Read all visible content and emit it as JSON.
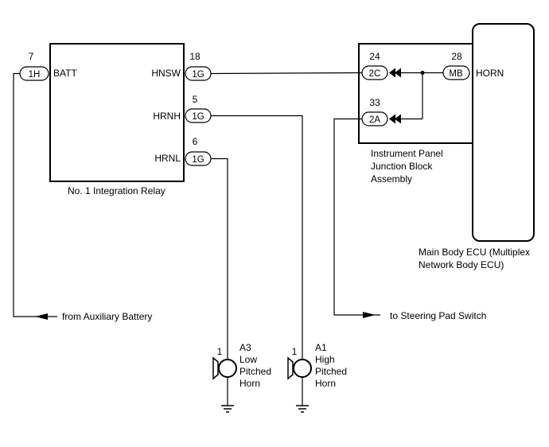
{
  "relay": {
    "name": "No. 1 Integration Relay",
    "batt_label": "BATT",
    "hnsw_label": "HNSW",
    "hrnh_label": "HRNH",
    "hrnl_label": "HRNL",
    "batt_pin": "7",
    "batt_connector": "1H",
    "hnsw_pin": "18",
    "hnsw_connector": "1G",
    "hrnh_pin": "5",
    "hrnh_connector": "1G",
    "hrnl_pin": "6",
    "hrnl_connector": "1G"
  },
  "junction_block": {
    "name_line1": "Instrument Panel",
    "name_line2": "Junction Block",
    "name_line3": "Assembly",
    "pin_top": "24",
    "connector_top": "2C",
    "pin_bottom": "33",
    "connector_bottom": "2A",
    "pin_mb": "28",
    "connector_mb": "MB"
  },
  "ecu": {
    "horn_label": "HORN",
    "name_line1": "Main Body ECU (Multiplex",
    "name_line2": "Network Body ECU)"
  },
  "arrows": {
    "from_aux": "from Auxiliary Battery",
    "to_steering": "to Steering Pad Switch"
  },
  "horn_low": {
    "pin": "1",
    "id": "A3",
    "line1": "Low",
    "line2": "Pitched",
    "line3": "Horn"
  },
  "horn_high": {
    "pin": "1",
    "id": "A1",
    "line1": "High",
    "line2": "Pitched",
    "line3": "Horn"
  }
}
